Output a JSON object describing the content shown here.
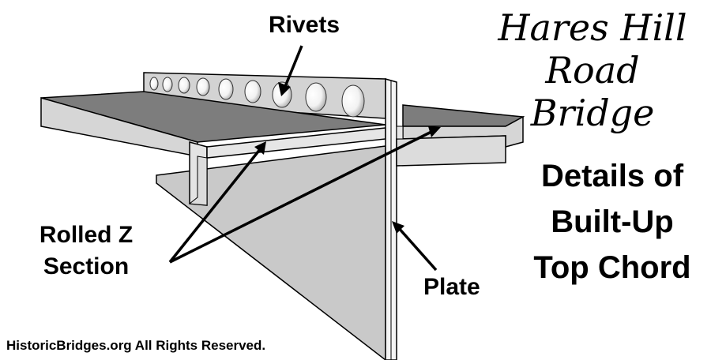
{
  "title": {
    "line1": "Hares Hill",
    "line2": "Road Bridge"
  },
  "heading": {
    "line1": "Details of",
    "line2": "Built-Up",
    "line3": "Top Chord"
  },
  "labels": {
    "rivets": "Rivets",
    "rolled_z_line1": "Rolled Z",
    "rolled_z_line2": "Section",
    "plate": "Plate"
  },
  "footer": "HistoricBridges.org All Rights Reserved."
}
